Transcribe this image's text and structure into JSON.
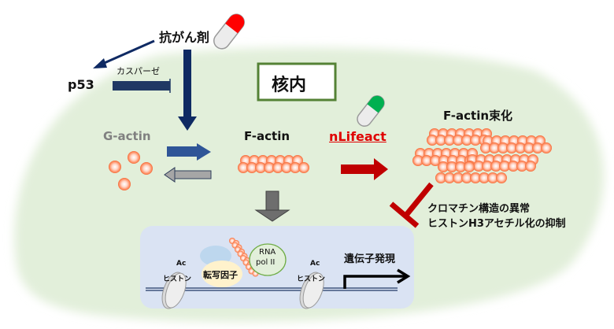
{
  "drug": {
    "label": "抗がん剤",
    "capsule_color": "#ff0000"
  },
  "p53": {
    "label": "p53"
  },
  "caspase": {
    "label": "カスパーゼ"
  },
  "nucleus": {
    "label": "核内",
    "border_color": "#548235",
    "region_color": "#e2efda"
  },
  "g_actin": {
    "label": "G-actin",
    "label_color": "#808080"
  },
  "f_actin": {
    "label": "F-actin"
  },
  "nlifeact": {
    "label": "nLifeact",
    "label_color": "#e00000",
    "capsule_color": "#00b050"
  },
  "f_actin_bundle": {
    "label": "F-actin束化"
  },
  "effects": {
    "line1": "クロマチン構造の異常",
    "line2": "ヒストンH3アセチル化の抑制"
  },
  "transcription": {
    "histone_left": {
      "ac": "Ac",
      "label": "ヒストン"
    },
    "histone_right": {
      "ac": "Ac",
      "label": "ヒストン"
    },
    "tf_label": "転写因子",
    "rna_pol_line1": "RNA",
    "rna_pol_line2": "pol II",
    "gene_expression": "遺伝子発現",
    "panel_color": "#dae3f3"
  },
  "colors": {
    "navy": "#0f2a63",
    "blue_arrow": "#2f5597",
    "gray_arrow": "#a6a6a6",
    "dark_red": "#c00000",
    "actin": "#ff7043"
  }
}
